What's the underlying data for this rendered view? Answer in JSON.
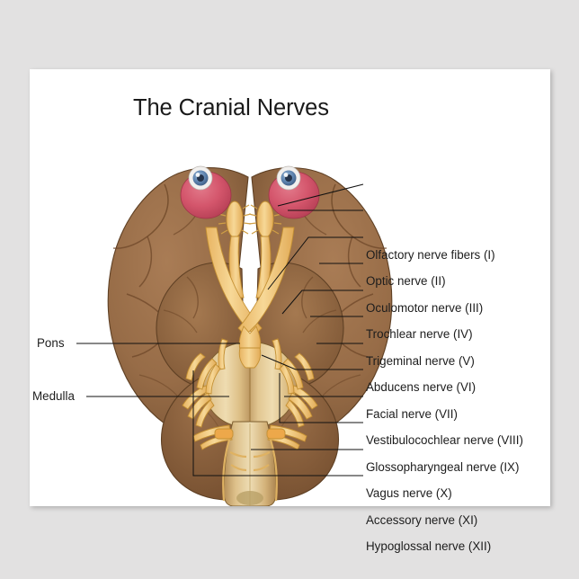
{
  "poster": {
    "title": "The Cranial Nerves",
    "background_color": "#ffffff",
    "page_background_color": "#e2e1e1"
  },
  "illustration": {
    "name": "inferior-view-of-human-brain-with-cranial-nerves",
    "colors": {
      "cerebrum": "#9a6f4b",
      "cerebrum_dark": "#7d5736",
      "cerebellum": "#8d6340",
      "brainstem": "#d9bb84",
      "nerve": "#f2c97a",
      "nerve_light": "#f7dfa8",
      "eye_sclera": "#d8566a",
      "eye_iris": "#5a7fae",
      "eye_pupil": "#2b3a52",
      "outline": "#5f4024"
    },
    "parts": [
      "left-eyeball",
      "right-eyeball",
      "olfactory-bulbs",
      "optic-nerves",
      "optic-chiasm",
      "temporal-lobes",
      "frontal-lobes",
      "pons",
      "medulla-oblongata",
      "cerebellum",
      "spinal-cord"
    ]
  },
  "labels_right": [
    {
      "id": "olfactory",
      "text": "Olfactory nerve fibers (I)"
    },
    {
      "id": "optic",
      "text": "Optic nerve (II)"
    },
    {
      "id": "oculomotor",
      "text": "Oculomotor nerve (III)"
    },
    {
      "id": "trochlear",
      "text": "Trochlear nerve (IV)"
    },
    {
      "id": "trigeminal",
      "text": "Trigeminal nerve (V)"
    },
    {
      "id": "abducens",
      "text": "Abducens nerve (VI)"
    },
    {
      "id": "facial",
      "text": "Facial nerve (VII)"
    },
    {
      "id": "vestibulocochlear",
      "text": "Vestibulocochlear nerve (VIII)"
    },
    {
      "id": "glossopharyngeal",
      "text": "Glossopharyngeal nerve (IX)"
    },
    {
      "id": "vagus",
      "text": "Vagus nerve (X)"
    },
    {
      "id": "accessory",
      "text": "Accessory nerve (XI)"
    },
    {
      "id": "hypoglossal",
      "text": "Hypoglossal nerve (XII)"
    }
  ],
  "labels_left": [
    {
      "id": "pons",
      "text": "Pons"
    },
    {
      "id": "medulla",
      "text": "Medulla"
    }
  ],
  "leader_lines": {
    "color": "#111111",
    "width": 1
  }
}
